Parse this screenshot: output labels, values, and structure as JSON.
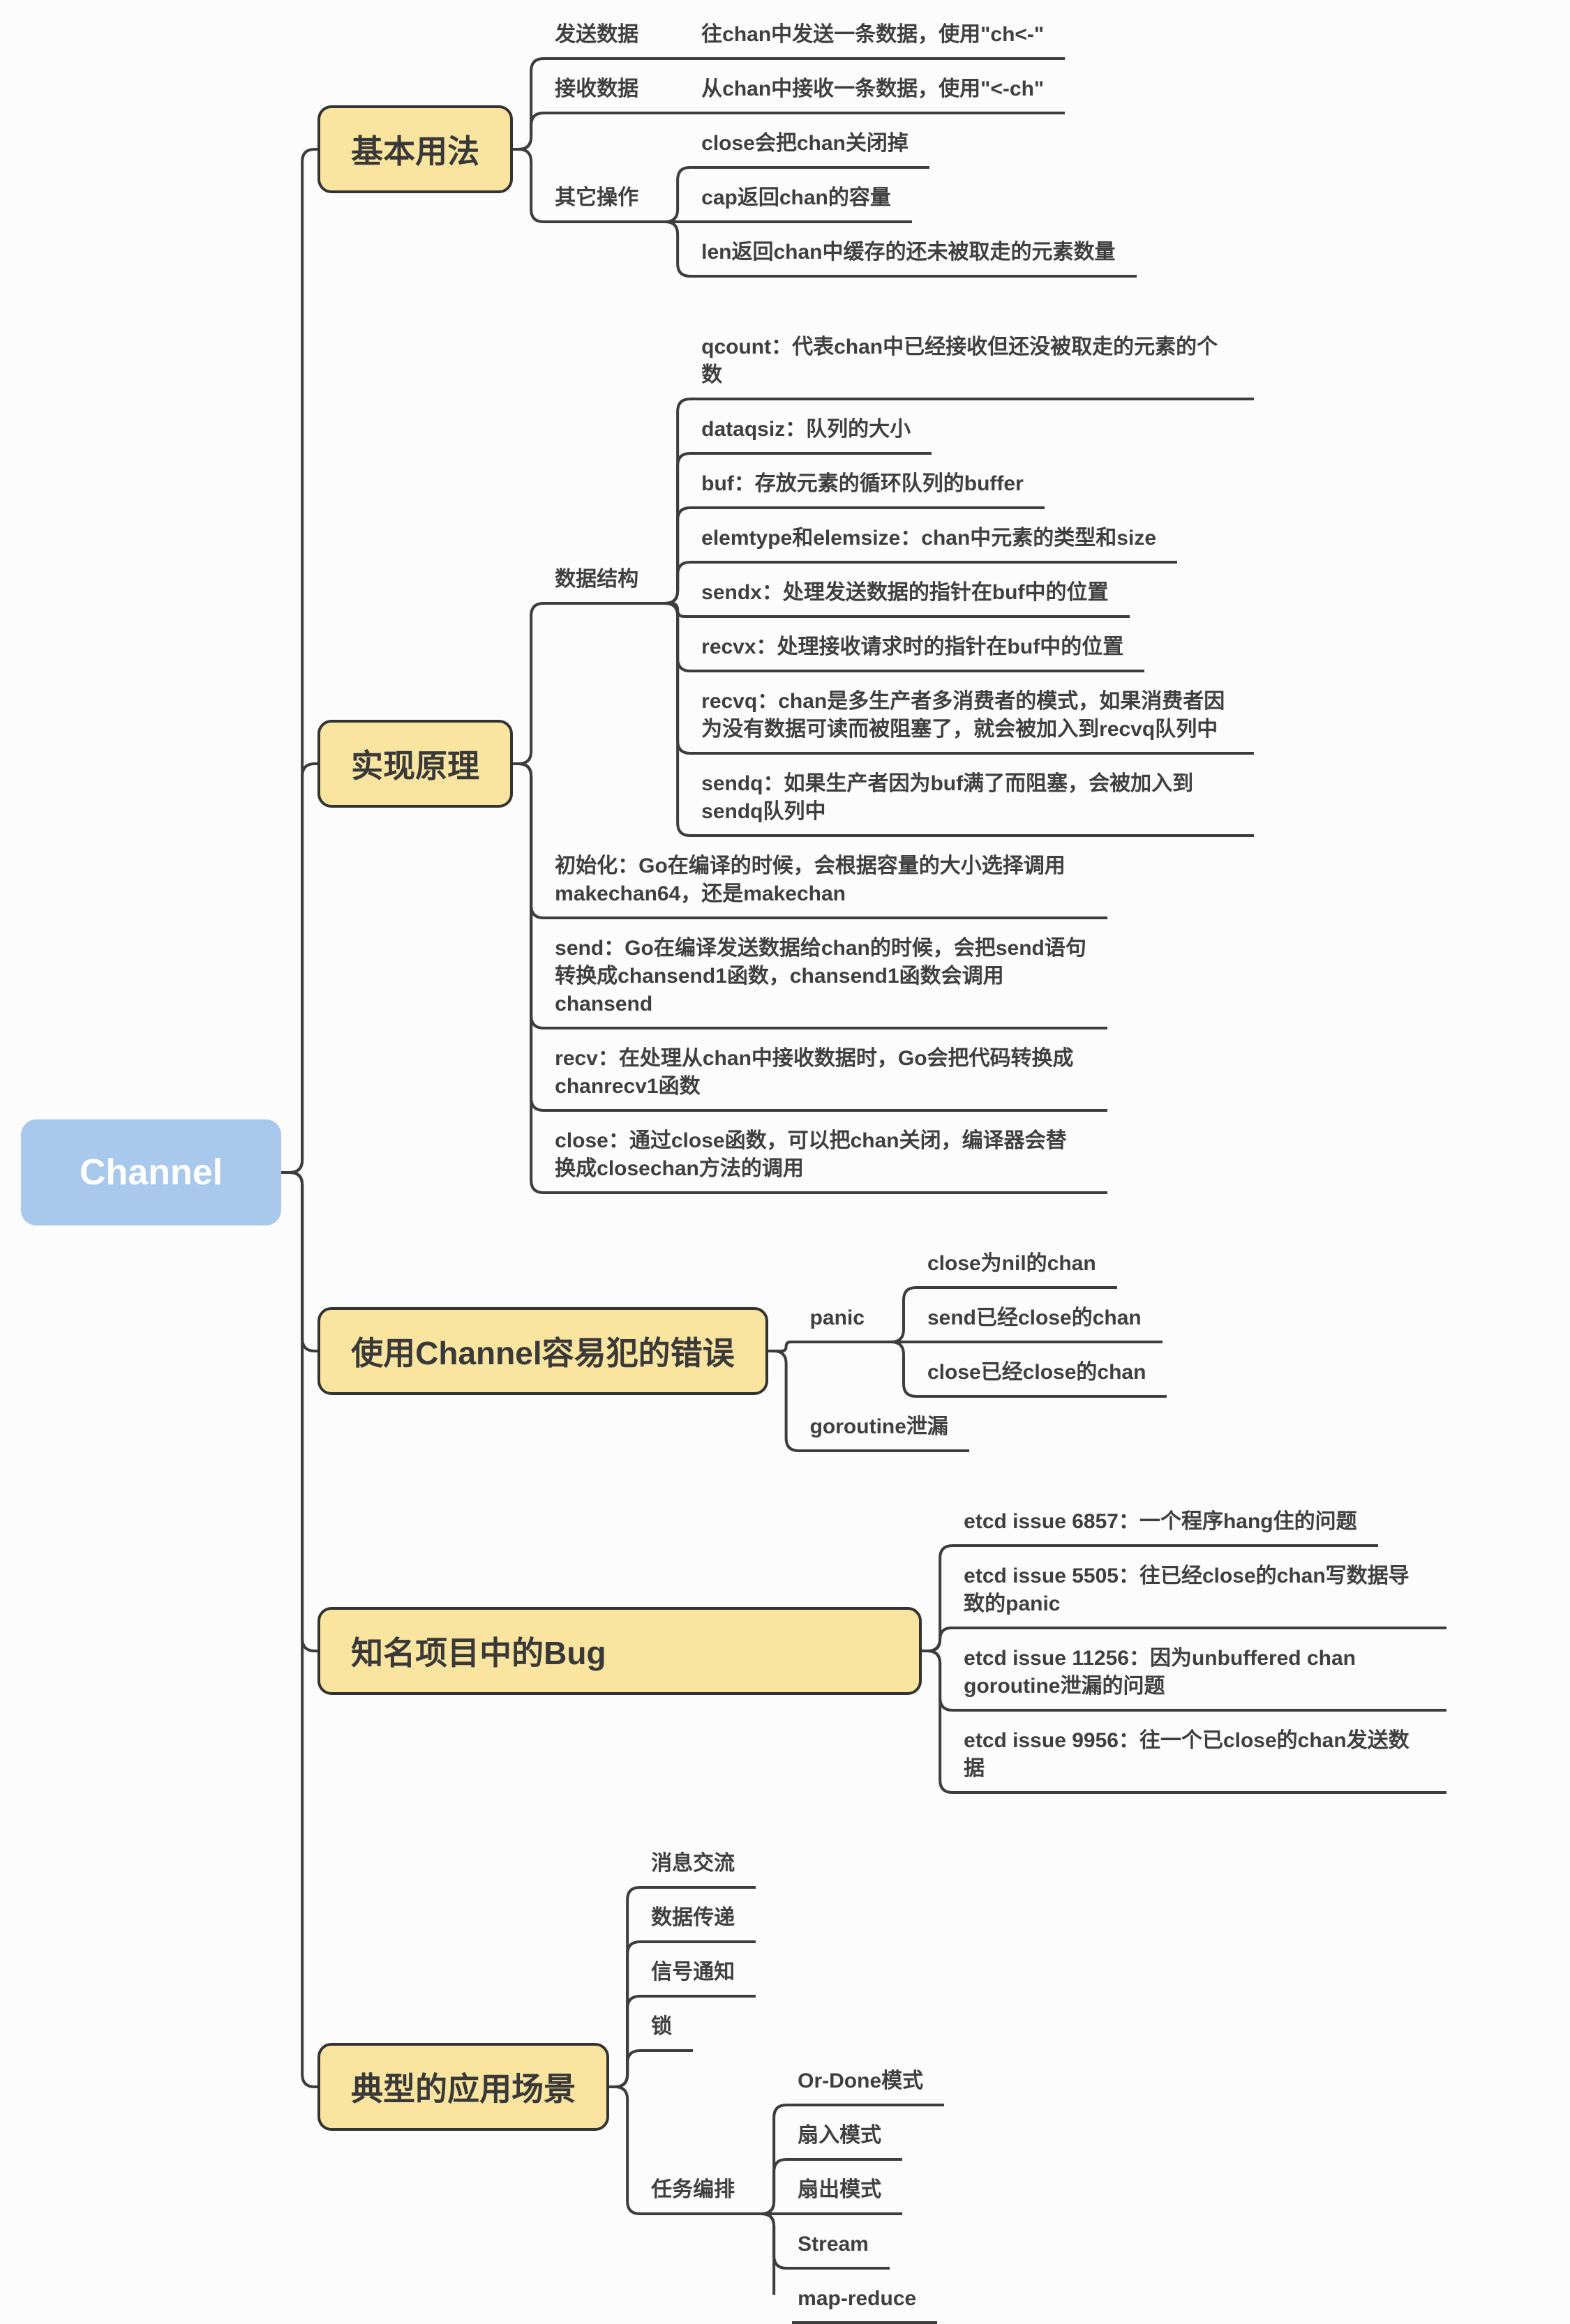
{
  "root": {
    "label": "Channel"
  },
  "colors": {
    "background": "#fcfcfc",
    "branch_fill": "#fae5a0",
    "branch_border": "#333333",
    "root_fill": "#a8c8ec",
    "root_text": "#ffffff",
    "line": "#3d3d3d",
    "text": "#3f3f3f"
  },
  "branches": [
    {
      "label": "基本用法",
      "children": [
        {
          "label": "发送数据",
          "children": [
            {
              "label": "往chan中发送一条数据，使用\"ch<-\""
            }
          ]
        },
        {
          "label": "接收数据",
          "children": [
            {
              "label": "从chan中接收一条数据，使用\"<-ch\""
            }
          ]
        },
        {
          "label": "其它操作",
          "children": [
            {
              "label": "close会把chan关闭掉"
            },
            {
              "label": "cap返回chan的容量"
            },
            {
              "label": "len返回chan中缓存的还未被取走的元素数量"
            }
          ]
        }
      ]
    },
    {
      "label": "实现原理",
      "children": [
        {
          "label": "数据结构",
          "children": [
            {
              "label": "qcount：代表chan中已经接收但还没被取走的元素的个数"
            },
            {
              "label": "dataqsiz：队列的大小"
            },
            {
              "label": "buf：存放元素的循环队列的buffer"
            },
            {
              "label": "elemtype和elemsize：chan中元素的类型和size"
            },
            {
              "label": "sendx：处理发送数据的指针在buf中的位置"
            },
            {
              "label": "recvx：处理接收请求时的指针在buf中的位置"
            },
            {
              "label": "recvq：chan是多生产者多消费者的模式，如果消费者因为没有数据可读而被阻塞了，就会被加入到recvq队列中"
            },
            {
              "label": "sendq：如果生产者因为buf满了而阻塞，会被加入到sendq队列中"
            }
          ]
        },
        {
          "label": "初始化：Go在编译的时候，会根据容量的大小选择调用makechan64，还是makechan"
        },
        {
          "label": "send：Go在编译发送数据给chan的时候，会把send语句转换成chansend1函数，chansend1函数会调用chansend"
        },
        {
          "label": "recv：在处理从chan中接收数据时，Go会把代码转换成chanrecv1函数"
        },
        {
          "label": "close：通过close函数，可以把chan关闭，编译器会替换成closechan方法的调用"
        }
      ]
    },
    {
      "label": "使用Channel容易犯的错误",
      "children": [
        {
          "label": "panic",
          "children": [
            {
              "label": "close为nil的chan"
            },
            {
              "label": "send已经close的chan"
            },
            {
              "label": "close已经close的chan"
            }
          ]
        },
        {
          "label": "goroutine泄漏"
        }
      ]
    },
    {
      "label": "知名项目中的Bug",
      "children": [
        {
          "label": "etcd issue 6857：一个程序hang住的问题"
        },
        {
          "label": "etcd issue 5505：往已经close的chan写数据导致的panic"
        },
        {
          "label": "etcd issue 11256：因为unbuffered chan goroutine泄漏的问题"
        },
        {
          "label": "etcd issue 9956：往一个已close的chan发送数据"
        }
      ]
    },
    {
      "label": "典型的应用场景",
      "children": [
        {
          "label": "消息交流"
        },
        {
          "label": "数据传递"
        },
        {
          "label": "信号通知"
        },
        {
          "label": "锁"
        },
        {
          "label": "任务编排",
          "children": [
            {
              "label": "Or-Done模式"
            },
            {
              "label": "扇入模式"
            },
            {
              "label": "扇出模式"
            },
            {
              "label": "Stream"
            },
            {
              "label": "map-reduce"
            }
          ]
        }
      ]
    }
  ]
}
